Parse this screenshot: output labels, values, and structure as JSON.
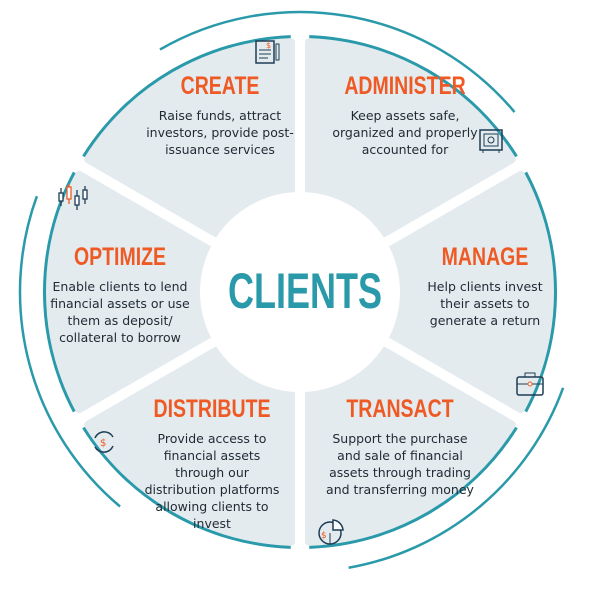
{
  "center_label": "CLIENTS",
  "colors": {
    "teal": "#2a9aaa",
    "segment_fill": "#e3ebef",
    "title": "#ef5a24",
    "text": "#1f2a33"
  },
  "segments": [
    {
      "title": "CREATE",
      "text": "Raise funds, attract investors, provide post-issuance services",
      "icon": "document-dollar-icon"
    },
    {
      "title": "ADMINISTER",
      "text": "Keep assets safe, organized and properly accounted for",
      "icon": "safe-icon"
    },
    {
      "title": "MANAGE",
      "text": "Help clients invest their assets to generate a return",
      "icon": "briefcase-icon"
    },
    {
      "title": "TRANSACT",
      "text": "Support the purchase and sale of financial assets through trading and transferring money",
      "icon": "pie-chart-dollar-icon"
    },
    {
      "title": "DISTRIBUTE",
      "text": "Provide access to financial assets through our distribution platforms allowing clients to invest",
      "icon": "dollar-cycle-icon"
    },
    {
      "title": "OPTIMIZE",
      "text": "Enable clients to lend financial assets or use them as deposit/ collateral to borrow",
      "icon": "candlestick-icon"
    }
  ]
}
